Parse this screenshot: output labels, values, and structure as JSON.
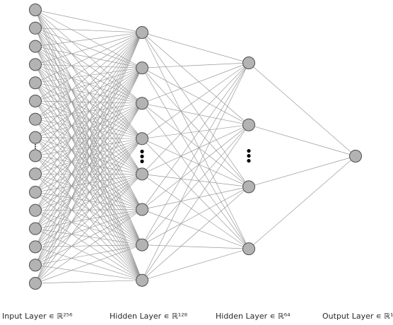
{
  "layers": [
    {
      "id": "input",
      "label": "Input Layer ∊ ℝ²⁵⁶",
      "node_count": 16,
      "ellipsis_after": 7
    },
    {
      "id": "hidden1",
      "label": "Hidden Layer ∊ ℝ¹²⁸",
      "node_count": 8,
      "ellipsis_after": 3
    },
    {
      "id": "hidden2",
      "label": "Hidden Layer ∊ ℝ⁶⁴",
      "node_count": 4,
      "ellipsis_after": 1
    },
    {
      "id": "output",
      "label": "Output Layer ∊ ℝ¹",
      "node_count": 1,
      "ellipsis_after": null
    }
  ],
  "colors": {
    "node_fill": "#b3b3b3",
    "node_stroke": "#4d4d4d",
    "edge": "#9a9a9a",
    "ellipsis": "#000000",
    "label_text": "#2a2a2a"
  }
}
